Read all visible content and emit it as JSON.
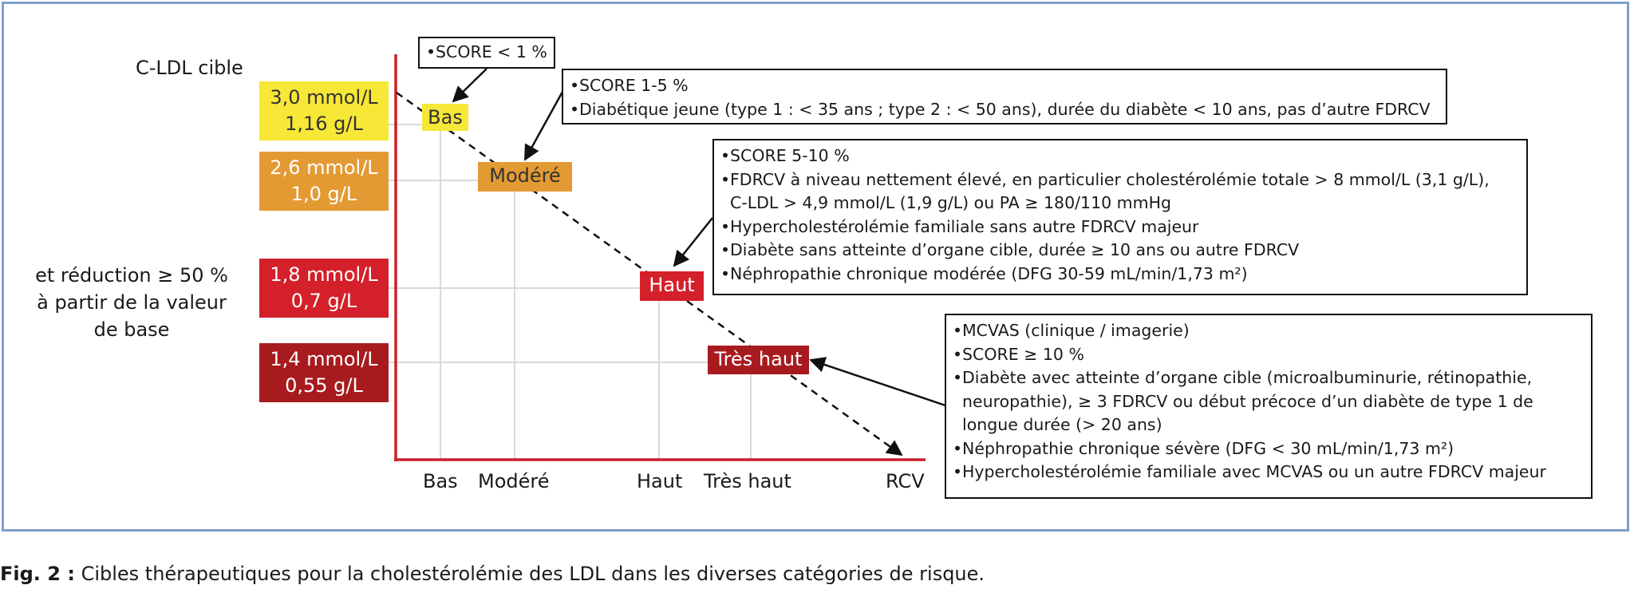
{
  "y_axis": {
    "title": "C-LDL cible",
    "note_lines": [
      "et réduction ≥ 50 %",
      "à partir de la valeur",
      "de base"
    ]
  },
  "x_axis": {
    "ticks": [
      "Bas",
      "Modéré",
      "Haut",
      "Très haut"
    ],
    "end_label": "RCV"
  },
  "targets": [
    {
      "mmol": "3,0 mmol/L",
      "gl": "1,16 g/L",
      "color": "#f7e736",
      "text_color": "#333333"
    },
    {
      "mmol": "2,6 mmol/L",
      "gl": "1,0 g/L",
      "color": "#e49a33",
      "text_color": "#ffffff"
    },
    {
      "mmol": "1,8 mmol/L",
      "gl": "0,7 g/L",
      "color": "#d4202a",
      "text_color": "#ffffff"
    },
    {
      "mmol": "1,4 mmol/L",
      "gl": "0,55 g/L",
      "color": "#a71b1f",
      "text_color": "#ffffff"
    }
  ],
  "categories": [
    {
      "label": "Bas",
      "color": "#f7e736",
      "text_color": "#333333"
    },
    {
      "label": "Modéré",
      "color": "#e49a33",
      "text_color": "#333333"
    },
    {
      "label": "Haut",
      "color": "#d4202a",
      "text_color": "#ffffff"
    },
    {
      "label": "Très haut",
      "color": "#a71b1f",
      "text_color": "#ffffff"
    }
  ],
  "criteria": {
    "bas": [
      "SCORE < 1 %"
    ],
    "modere": [
      "SCORE 1-5 %",
      "Diabétique jeune (type 1 : < 35 ans ; type 2 : < 50 ans), durée du diabète < 10 ans, pas d’autre FDRCV"
    ],
    "haut": [
      "SCORE 5-10 %",
      "FDRCV à niveau nettement élevé, en particulier cholestérolémie totale > 8 mmol/L (3,1 g/L),\nC-LDL > 4,9 mmol/L (1,9 g/L) ou PA ≥ 180/110 mmHg",
      "Hypercholestérolémie familiale sans autre FDRCV majeur",
      "Diabète sans atteinte d’organe cible, durée ≥ 10 ans ou autre FDRCV",
      "Néphropathie chronique modérée (DFG 30-59 mL/min/1,73 m²)"
    ],
    "tres_haut": [
      "MCVAS (clinique / imagerie)",
      "SCORE ≥ 10 %",
      "Diabète avec atteinte d’organe cible (microalbuminurie, rétinopathie,\nneuropathie), ≥ 3 FDRCV ou début précoce d’un diabète de type 1 de\nlongue durée (> 20 ans)",
      "Néphropathie chronique sévère (DFG < 30 mL/min/1,73 m²)",
      "Hypercholestérolémie familiale avec MCVAS ou un autre FDRCV majeur"
    ]
  },
  "caption": {
    "label": "Fig. 2 :",
    "text": " Cibles thérapeutiques pour la cholestérolémie des LDL dans les diverses catégories de risque."
  },
  "colors": {
    "axis": "#c8202a",
    "grid": "#d9d9d9",
    "frame": "#7f9ec9"
  }
}
